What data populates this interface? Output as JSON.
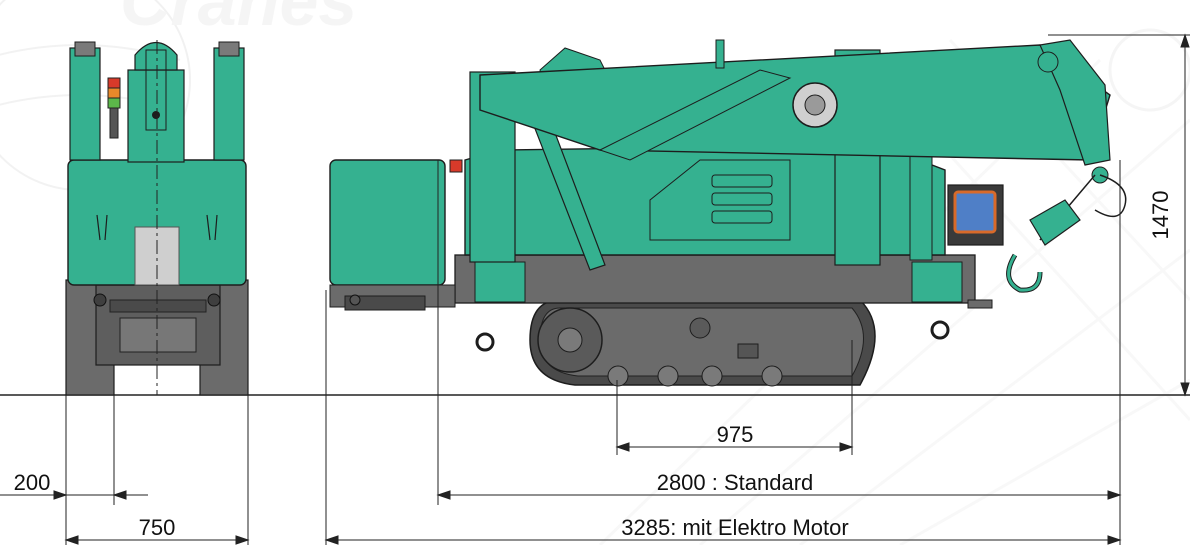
{
  "watermark": {
    "text": "Cranes"
  },
  "dimensions": {
    "height": {
      "label": "1470"
    },
    "wheelbase": {
      "label": "975"
    },
    "length_standard": {
      "label": "2800 : Standard"
    },
    "length_electric": {
      "label": "3285: mit Elektro Motor"
    },
    "side_offset": {
      "label": "200"
    },
    "width": {
      "label": "750"
    }
  },
  "colors": {
    "body": "#35b190",
    "chassis": "#6b6b6b",
    "track": "#4a4a4a",
    "outline": "#1d1d1d",
    "window": "#4f7fc7",
    "light_red": "#d83a2a",
    "light_orange": "#e9892a",
    "light_green": "#5cb84a"
  }
}
